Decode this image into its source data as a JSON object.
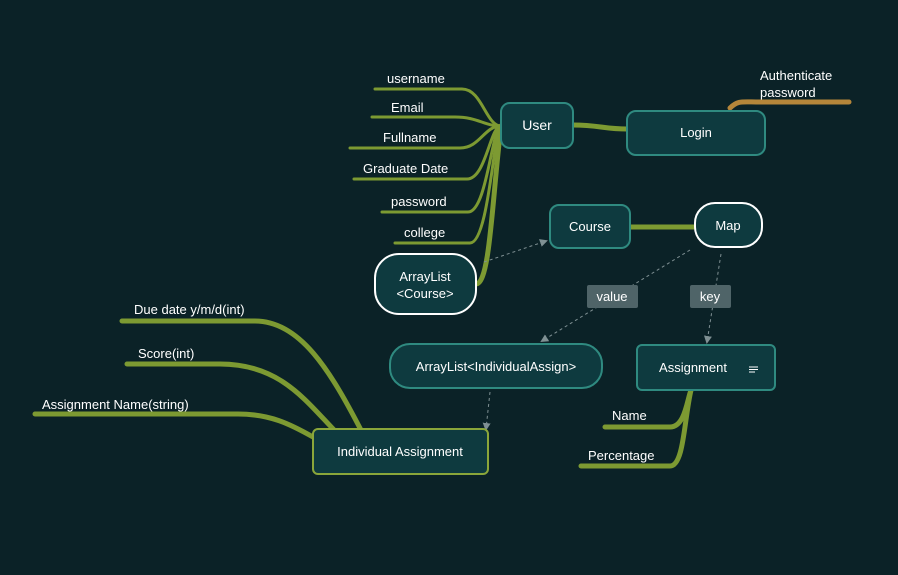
{
  "colors": {
    "background": "#0b2227",
    "node_fill": "#0e3a3f",
    "node_border_teal": "#2f8a80",
    "node_border_white": "#ffffff",
    "node_border_green": "#8aa63a",
    "branch_green": "#7d9a32",
    "branch_gold": "#b5863a",
    "dashed_arrow": "#7f9093",
    "edge_label_bg": "#4f6468"
  },
  "nodes": {
    "user": "User",
    "login": "Login",
    "course": "Course",
    "map": "Map",
    "arraylist_course_line1": "ArrayList",
    "arraylist_course_line2": "<Course>",
    "arraylist_individual": "ArrayList<IndividualAssign>",
    "assignment": "Assignment",
    "individual_assignment": "Individual Assignment"
  },
  "user_fields": [
    "username",
    "Email",
    "Fullname",
    "Graduate Date",
    "password",
    "college"
  ],
  "login_fields": {
    "line1": "Authenticate",
    "line2": "password"
  },
  "assignment_fields": [
    "Name",
    "Percentage"
  ],
  "individual_fields": [
    "Due date y/m/d(int)",
    "Score(int)",
    "Assignment Name(string)"
  ],
  "edge_labels": {
    "value": "value",
    "key": "key"
  },
  "icons": {
    "note": "note-lines-icon"
  }
}
